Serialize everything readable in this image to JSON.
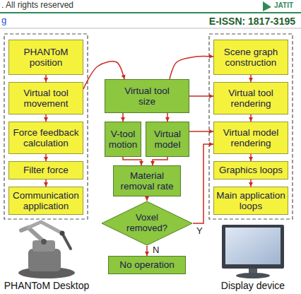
{
  "diagram": {
    "nodes": [
      {
        "text": [
          "PHANToM position"
        ]
      },
      {
        "text": [
          "Virtual tool movement"
        ]
      },
      {
        "text": [
          "Force feedback calculation"
        ]
      },
      {
        "text": [
          "Filter force"
        ]
      },
      {
        "text": [
          "Communication application"
        ]
      },
      {
        "text": [
          "Virtual tool size"
        ]
      },
      {
        "text": [
          "V-tool motion"
        ]
      },
      {
        "text": [
          "Virtual model"
        ]
      },
      {
        "text": [
          "Material removal rate"
        ]
      },
      {
        "text": [
          "Voxel removed?"
        ]
      },
      {
        "text": [
          "No operation"
        ]
      },
      {
        "text": [
          "Scene graph construction"
        ]
      },
      {
        "text": [
          "Virtual tool rendering"
        ]
      },
      {
        "text": [
          "Virtual model rendering"
        ]
      },
      {
        "text": [
          "Graphics loops"
        ]
      },
      {
        "text": [
          "Main application loops"
        ]
      }
    ],
    "edges": [
      {
        "from": 0,
        "to": 1,
        "arrow": "to"
      },
      {
        "from": 1,
        "to": 2,
        "arrow": "to"
      },
      {
        "from": 2,
        "to": 3,
        "arrow": "to"
      },
      {
        "from": 3,
        "to": 4,
        "arrow": "to"
      },
      {
        "from": 1,
        "to": 5,
        "arrow": "to"
      },
      {
        "from": 5,
        "to": 11,
        "arrow": "to"
      },
      {
        "from": 5,
        "to": 12,
        "arrow": "to"
      },
      {
        "from": 5,
        "to": 6,
        "arrow": "to"
      },
      {
        "from": 5,
        "to": 7,
        "arrow": "to"
      },
      {
        "from": 6,
        "to": 8,
        "arrow": "to"
      },
      {
        "from": 7,
        "to": 8,
        "arrow": "to"
      },
      {
        "from": 7,
        "to": 13,
        "arrow": "to"
      },
      {
        "from": 8,
        "to": 9,
        "arrow": "to"
      },
      {
        "from": 9,
        "to": 10,
        "label": "N",
        "arrow": "to"
      },
      {
        "from": 9,
        "to": 13,
        "label": "Y",
        "arrow": "to"
      },
      {
        "from": 11,
        "to": 12,
        "arrow": "to"
      },
      {
        "from": 12,
        "to": 13,
        "arrow": "to"
      },
      {
        "from": 13,
        "to": 14,
        "arrow": "to"
      },
      {
        "from": 14,
        "to": 15,
        "arrow": "to"
      }
    ],
    "labels": [
      ". All rights reserved",
      "JATIT",
      "g",
      "E-ISSN: 1817-3195",
      "PHANToM Desktop",
      "Display device"
    ]
  }
}
